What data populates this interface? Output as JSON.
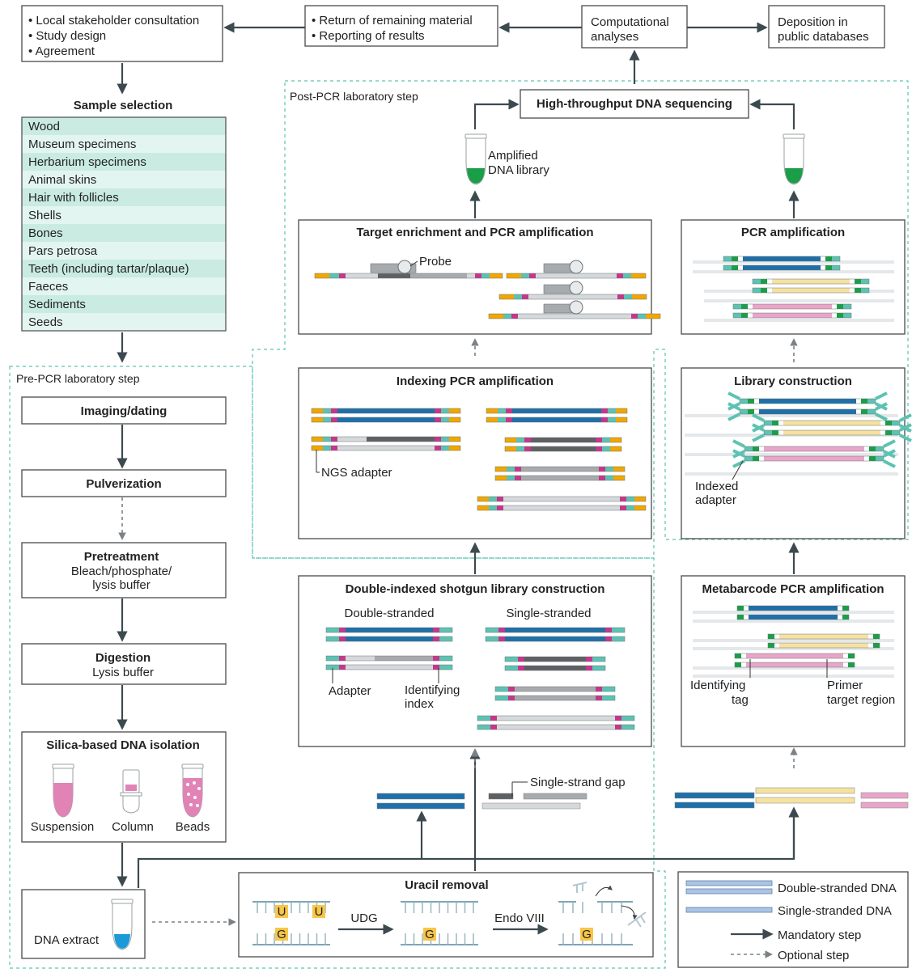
{
  "colors": {
    "teal": "#5cc3b2",
    "blue": "#1f6fa8",
    "magenta": "#c8358b",
    "orange": "#f2a600",
    "dark_grey": "#5e6062",
    "grey": "#a7abae",
    "light_grey": "#d6d9db",
    "yellow": "#f6e2a0",
    "pink": "#e9a5c8",
    "green": "#1a9e48",
    "sample_bg": "#d4efe8"
  },
  "top": {
    "consult": [
      "• Local stakeholder consultation",
      "• Study design",
      "• Agreement"
    ],
    "return": [
      "• Return of remaining material",
      "• Reporting of results"
    ],
    "computational": [
      "Computational",
      "analyses"
    ],
    "deposition": [
      "Deposition in",
      "public databases"
    ]
  },
  "samples": {
    "title": "Sample selection",
    "items": [
      "Wood",
      "Museum specimens",
      "Herbarium specimens",
      "Animal skins",
      "Hair with follicles",
      "Shells",
      "Bones",
      "Pars petrosa",
      "Teeth (including tartar/plaque)",
      "Faeces",
      "Sediments",
      "Seeds"
    ]
  },
  "pre_pcr": {
    "label": "Pre-PCR laboratory step",
    "imaging": "Imaging/dating",
    "pulverization": "Pulverization",
    "pretreatment_title": "Pretreatment",
    "pretreatment_lines": [
      "Bleach/phosphate/",
      "lysis buffer"
    ],
    "digestion_title": "Digestion",
    "digestion_line": "Lysis buffer",
    "silica_title": "Silica-based DNA isolation",
    "tubes": [
      "Suspension",
      "Column",
      "Beads"
    ],
    "extract": "DNA extract"
  },
  "post_pcr": {
    "label": "Post-PCR laboratory step",
    "sequencing": "High-throughput DNA sequencing",
    "amplified": [
      "Amplified",
      "DNA library"
    ]
  },
  "shotgun": {
    "target_title": "Target enrichment and PCR amplification",
    "probe": "Probe",
    "indexing_title": "Indexing PCR amplification",
    "ngs_adapter": "NGS adapter",
    "double_title": "Double-indexed shotgun library construction",
    "double_stranded": "Double-stranded",
    "single_stranded": "Single-stranded",
    "adapter": "Adapter",
    "identifying_index": [
      "Identifying",
      "index"
    ],
    "single_strand_gap": "Single-strand gap"
  },
  "metabarcode": {
    "pcr_title": "PCR amplification",
    "library_title": "Library construction",
    "indexed_adapter": [
      "Indexed",
      "adapter"
    ],
    "meta_title": "Metabarcode PCR amplification",
    "identifying_tag": [
      "Identifying",
      "tag"
    ],
    "primer_target": [
      "Primer",
      "target region"
    ]
  },
  "uracil": {
    "title": "Uracil removal",
    "udg": "UDG",
    "endo": "Endo VIII",
    "u": "U",
    "g": "G"
  },
  "legend": {
    "double": "Double-stranded DNA",
    "single": "Single-stranded DNA",
    "mandatory": "Mandatory step",
    "optional": "Optional step"
  }
}
